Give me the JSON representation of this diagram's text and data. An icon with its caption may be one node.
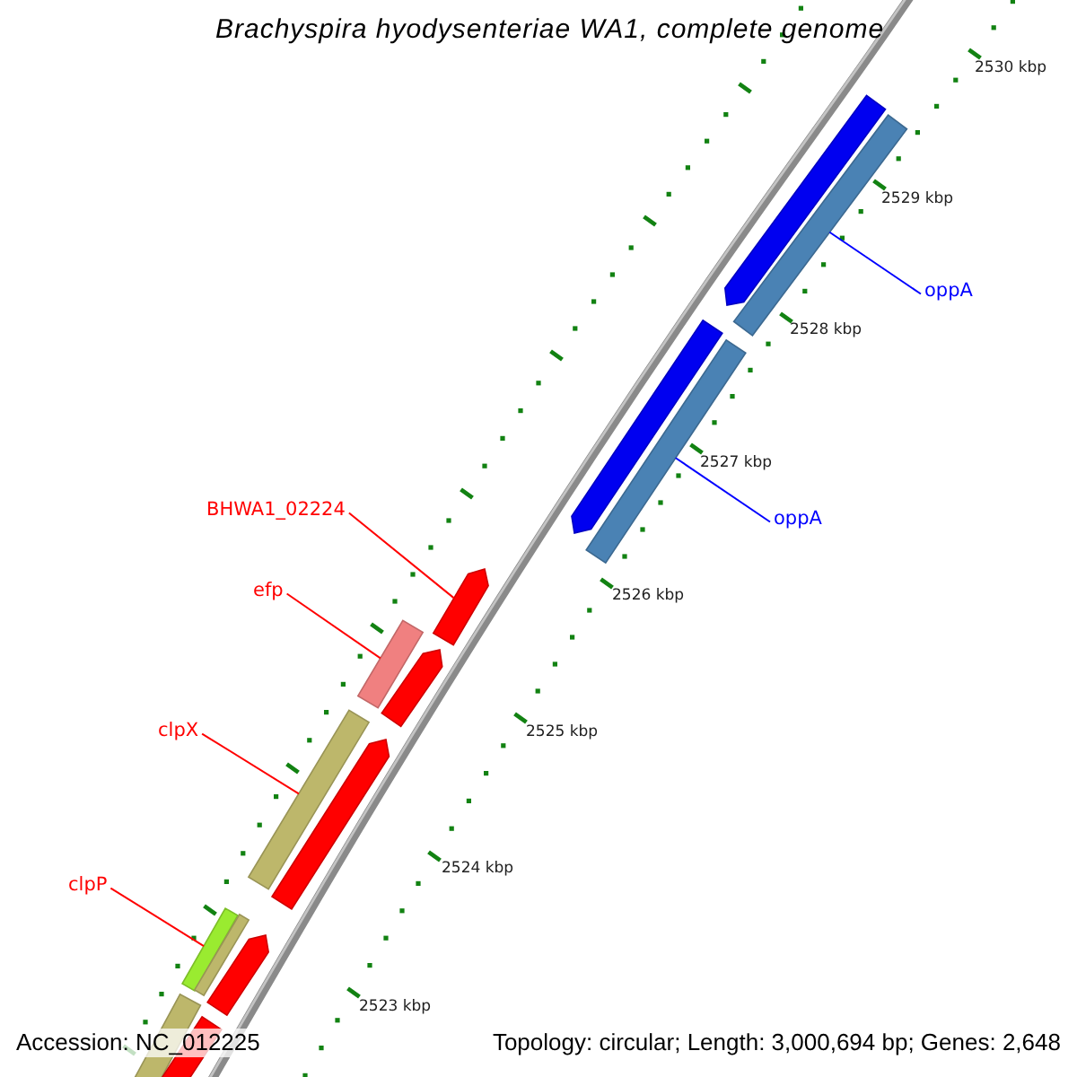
{
  "diagram": {
    "title": "Brachyspira hyodysenteriae WA1, complete genome",
    "nodes": [
      {
        "text": [],
        "shape": "pentagon"
      },
      {
        "text": [],
        "shape": "bar"
      },
      {
        "text": [
          "oppA"
        ]
      },
      {
        "text": [],
        "shape": "pentagon"
      },
      {
        "text": [],
        "shape": "bar"
      },
      {
        "text": [
          "oppA"
        ]
      },
      {
        "text": [
          "BHWA1_02224"
        ]
      },
      {
        "text": [],
        "shape": "pentagon"
      },
      {
        "text": [
          "efp"
        ]
      },
      {
        "text": [],
        "shape": "bar"
      },
      {
        "text": [],
        "shape": "pentagon"
      },
      {
        "text": [
          "clpX"
        ]
      },
      {
        "text": [],
        "shape": "bar"
      },
      {
        "text": [],
        "shape": "pentagon"
      },
      {
        "text": [
          "clpP"
        ]
      },
      {
        "text": [],
        "shape": "bar"
      },
      {
        "text": [],
        "shape": "bar"
      },
      {
        "text": [],
        "shape": "pentagon"
      },
      {
        "text": [],
        "shape": "bar"
      },
      {
        "text": [],
        "shape": "pentagon"
      }
    ],
    "edges": [
      {
        "from": 2,
        "to": 1,
        "arrow": "none",
        "color": "#0000ff"
      },
      {
        "from": 5,
        "to": 4,
        "arrow": "none",
        "color": "#0000ff"
      },
      {
        "from": 6,
        "to": 7,
        "arrow": "none"
      },
      {
        "from": 8,
        "to": 9,
        "arrow": "none"
      },
      {
        "from": 11,
        "to": 12,
        "arrow": "none"
      },
      {
        "from": 14,
        "to": 15,
        "arrow": "none"
      }
    ],
    "labels": [
      "2530 kbp",
      "2529 kbp",
      "2528 kbp",
      "2527 kbp",
      "2526 kbp",
      "2525 kbp",
      "2524 kbp",
      "2523 kbp",
      "Accession: NC_012225",
      "Topology: circular; Length: 3,000,694 bp; Genes: 2,648"
    ]
  }
}
